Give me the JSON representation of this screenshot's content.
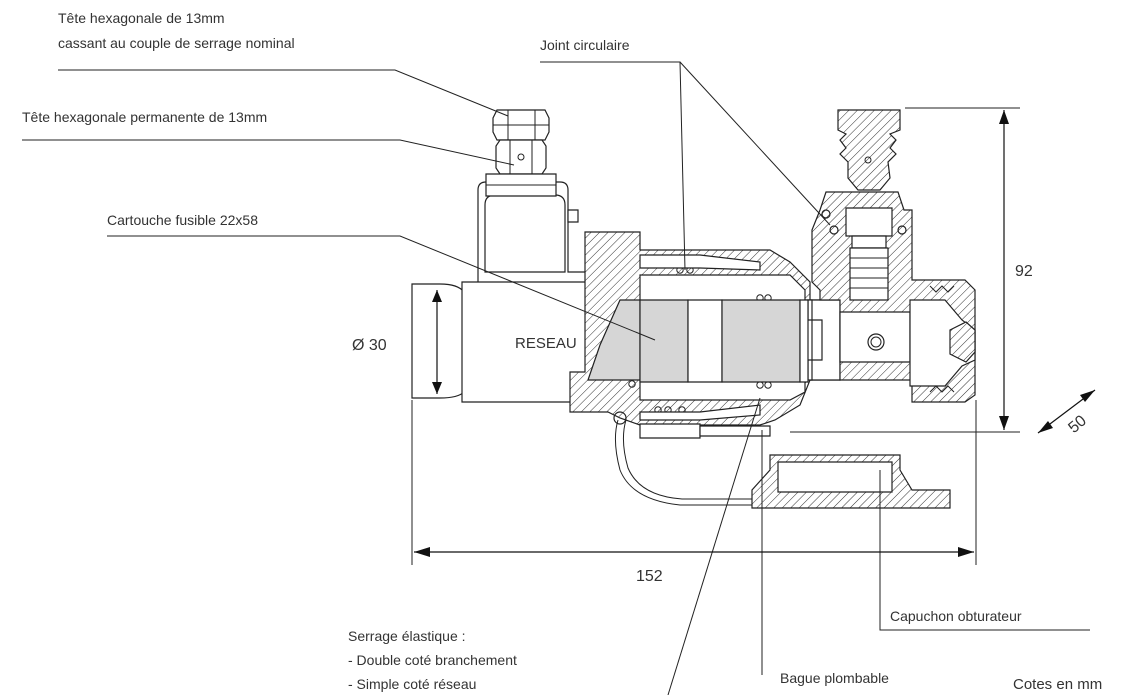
{
  "labels": {
    "head_breaking_line1": "Tête hexagonale de 13mm",
    "head_breaking_line2": "cassant au couple de serrage nominal",
    "head_permanent": "Tête hexagonale permanente de 13mm",
    "cartridge": "Cartouche fusible 22x58",
    "network": "RESEAU",
    "o_ring": "Joint circulaire",
    "clamp_title": "Serrage élastique :",
    "clamp_line1": "- Double coté branchement",
    "clamp_line2": "- Simple coté réseau",
    "sealable_ring": "Bague plombable",
    "cap": "Capuchon obturateur",
    "units_note": "Cotes en mm"
  },
  "dimensions": {
    "diameter": "Ø 30",
    "height": "92",
    "length": "152",
    "depth": "50"
  },
  "colors": {
    "line": "#222222",
    "text": "#333333",
    "fuse_fill": "#d6d6d6",
    "background": "#ffffff"
  }
}
